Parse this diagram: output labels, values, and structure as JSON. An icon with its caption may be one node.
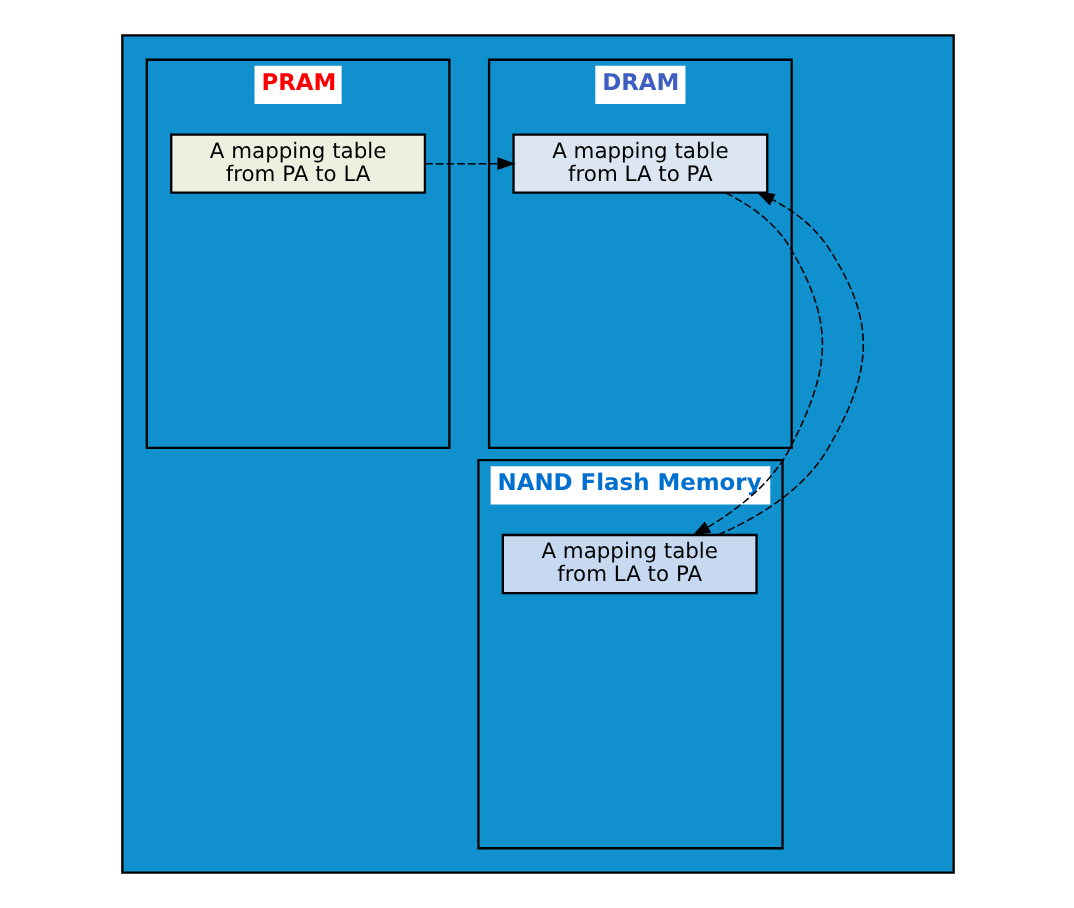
{
  "diagram": {
    "nodes": [
      {
        "text": [],
        "shape": "box"
      },
      {
        "text": [
          "DRAM"
        ],
        "in": 0
      },
      {
        "text": [
          "A mapping table from LA to PA"
        ],
        "in": 1
      },
      {
        "text": [
          "PRAM"
        ],
        "in": 0
      },
      {
        "text": [
          "A mapping table from PA to LA"
        ],
        "in": 3
      },
      {
        "text": [
          "NAND Flash Memory"
        ],
        "in": 0
      },
      {
        "text": [
          "A mapping table from LA to PA"
        ],
        "in": 5
      }
    ],
    "edges": [
      {
        "from": 4,
        "to": 2,
        "arrow": "to",
        "style": "dashed"
      },
      {
        "from": 2,
        "to": 6,
        "arrow": "to",
        "style": "dashed"
      },
      {
        "from": 6,
        "to": 2,
        "arrow": "to",
        "style": "dashed"
      }
    ]
  }
}
